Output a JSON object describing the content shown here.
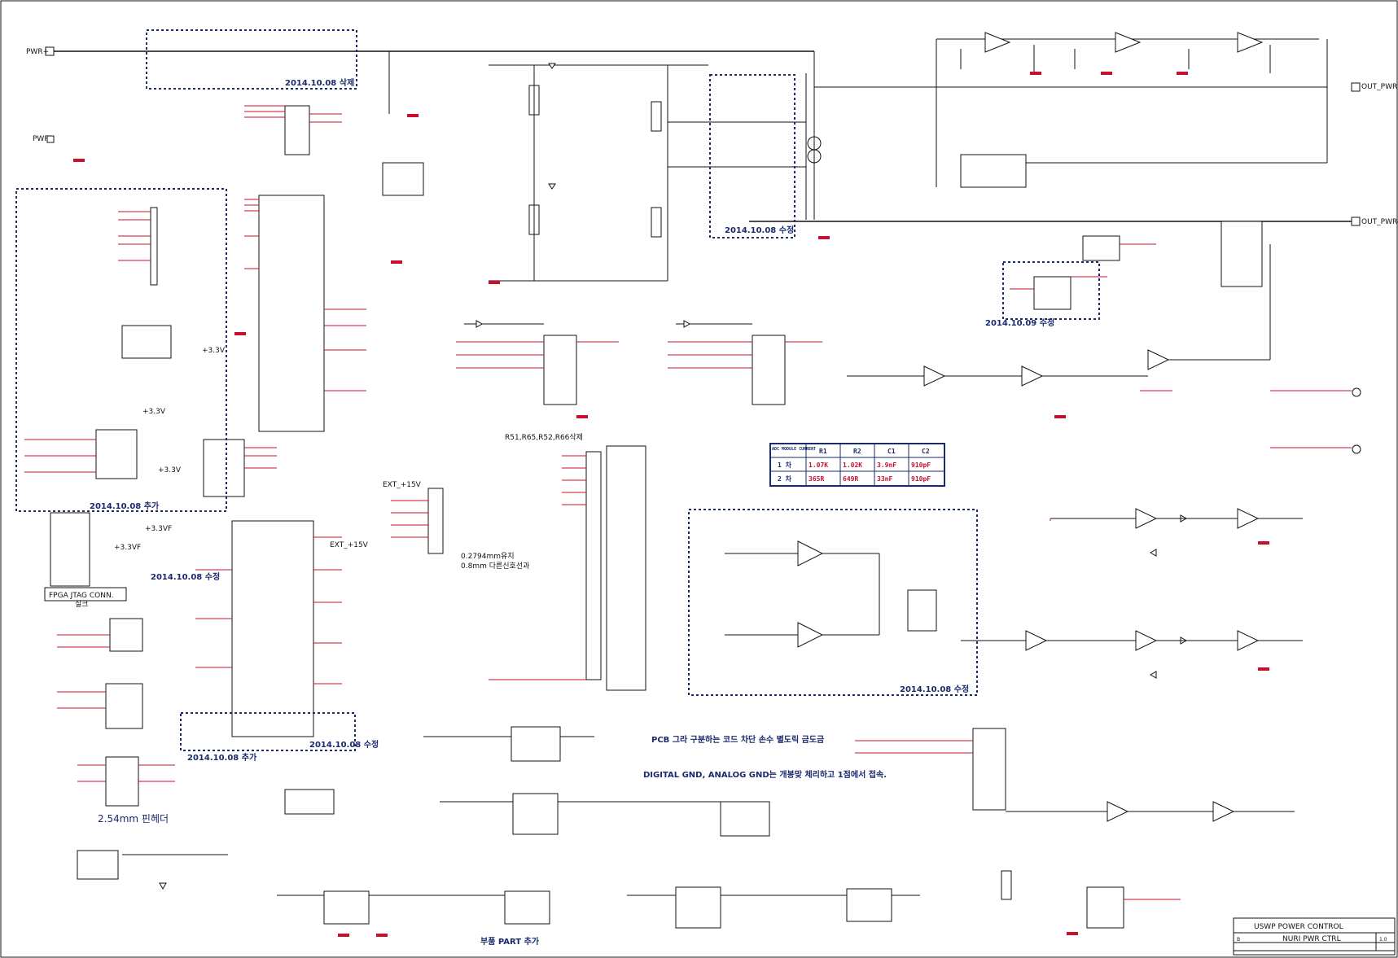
{
  "ports": {
    "pwr_plus": "PWR+",
    "pwr_minus": "PWR-",
    "out_pwr_plus": "OUT_PWR+",
    "out_pwr_minus": "OUT_PWR-",
    "jtag_conn": "FPGA JTAG CONN."
  },
  "notes": {
    "deleted_1008": "2014.10.08 삭제",
    "modified_1008_transformer": "2014.10.08 수정",
    "added_1008_left": "2014.10.08 추가",
    "modified_1008_jtag": "2014.10.08 수정",
    "added_1008_bottom": "2014.10.08 추가",
    "modified_1008_bottom": "2014.10.08 수정",
    "modified_1009": "2014.10.09 수정",
    "modified_1008_mid": "2014.10.08 수정",
    "deleted_resistors": "R51,R65,R52,R66삭제",
    "trace_1": "0.2794mm유지",
    "trace_2": "0.8mm 다른신호선과",
    "pcb_note": "PCB 그라 구분하는 코드 차단 손수 별도릭 금도금",
    "gnd_note": "DIGITAL GND, ANALOG GND는 개봉맞 체리하고 1점에서 접속.",
    "header_254": "2.54mm 핀헤더",
    "silk": "실크",
    "extra_part": "부품 PART 추가"
  },
  "adc_table": {
    "title": "ADC MODULE CURRENT",
    "headers": [
      "R1",
      "R2",
      "C1",
      "C2"
    ],
    "rows": [
      {
        "label": "1 차",
        "values": [
          "1.07K",
          "1.02K",
          "3.9nF",
          "910pF"
        ]
      },
      {
        "label": "2 차",
        "values": [
          "365R",
          "649R",
          "33nF",
          "910pF"
        ]
      }
    ]
  },
  "voltage_labels": {
    "v33_a": "+3.3V",
    "v33_b": "+3.3V",
    "v33_c": "+3.3V",
    "v33_d": "+3.3VF",
    "v33_e": "+3.3VF",
    "ext_15v": "EXT_+15V",
    "ext_15v_b": "EXT_+15V"
  },
  "title_block": {
    "title": "USWP POWER CONTROL",
    "doc": "NURI PWR CTRL",
    "size": "B",
    "rev": "1.0"
  }
}
